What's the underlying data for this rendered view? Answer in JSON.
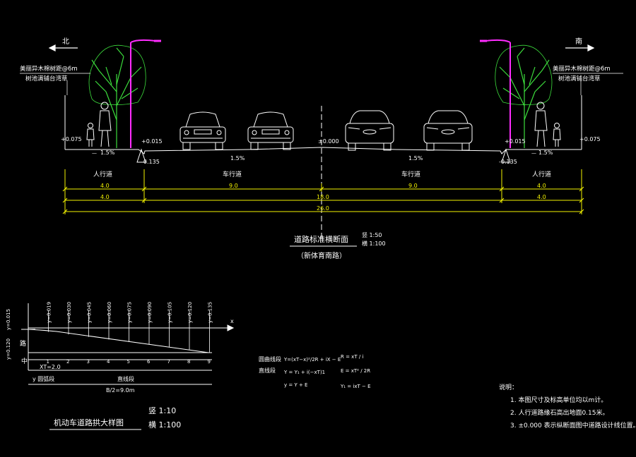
{
  "section": {
    "dir_left": "北",
    "dir_right": "南",
    "tree_note_left": [
      "美丽异木棉树距@6m",
      "树池满铺台湾草"
    ],
    "tree_note_right": [
      "美丽异木棉树距@6m",
      "树池满铺台湾草"
    ],
    "elev_left_outer": "+0.075",
    "elev_left_curb": "+0.015",
    "elev_left_low": "-0.135",
    "elev_center": "±0.000",
    "elev_right_curb": "+0.015",
    "elev_right_outer": "+0.075",
    "elev_right_low": "-0.135",
    "slope_walk": "1.5%",
    "slope_walk_prefix": "—",
    "slope_road": "1.5%",
    "zone_left_walk": "人行道",
    "zone_left_road": "车行道",
    "zone_right_road": "车行道",
    "zone_right_walk": "人行道",
    "dim_row1": [
      "4.0",
      "9.0",
      "9.0",
      "4.0"
    ],
    "dim_row2": [
      "4.0",
      "18.0",
      "4.0"
    ],
    "dim_row3": "26.0"
  },
  "title_block": {
    "title": "道路标准横断面",
    "subtitle": "（新体育南路）",
    "scale_v": "竖 1:50",
    "scale_h": "横 1:100"
  },
  "detail": {
    "y_top": "y=0.015",
    "y_mid": "y=0.120",
    "road_label": "路",
    "axis_x": "x",
    "center": "中",
    "top_values": [
      "y=0.019",
      "y=0.030",
      "y=0.045",
      "y=0.060",
      "y=0.075",
      "y=0.090",
      "y=0.105",
      "y=0.120",
      "y=0.135"
    ],
    "ticks": [
      "1",
      "2",
      "3",
      "4",
      "5",
      "6",
      "7",
      "8",
      "9"
    ],
    "xt_label": "XT=2.0",
    "arc_label": "y 圆弧段",
    "line_label": "直线段",
    "half_width": "B/2=9.0m",
    "title": "机动车道路拱大样图",
    "scale_v": "竖 1:10",
    "scale_h": "横 1:100"
  },
  "formulas": {
    "arc_seg": "圆曲线段",
    "line_seg": "直线段",
    "f1": "Y=(xT−x)²/2R + iX − E",
    "f2": "Y = Y₁ + i(−xT)1",
    "f3": "y = Y + E",
    "r1": "R = xT / i",
    "r2": "E = xT² / 2R",
    "r3": "Y₁ = ixT − E"
  },
  "notes": {
    "header": "说明：",
    "items": [
      "1. 本图尺寸及标高单位均以m计。",
      "2. 人行道路缘石高出地面0.15米。",
      "3. ±0.000  表示纵断面图中道路设计线位置。"
    ]
  }
}
